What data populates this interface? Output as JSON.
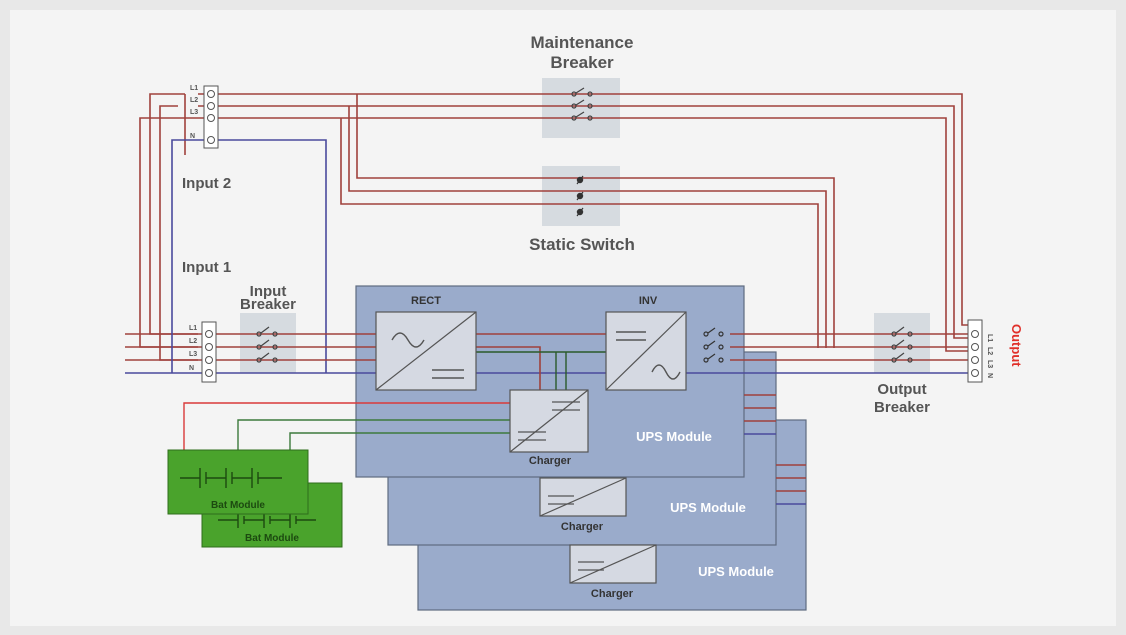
{
  "labels": {
    "maintenance_breaker_line1": "Maintenance",
    "maintenance_breaker_line2": "Breaker",
    "static_switch": "Static Switch",
    "input_2": "Input 2",
    "input_1": "Input 1",
    "input_breaker_line1": "Input",
    "input_breaker_line2": "Breaker",
    "output_breaker_line1": "Output",
    "output_breaker_line2": "Breaker",
    "output": "Output",
    "rect": "RECT",
    "inv": "INV",
    "charger": "Charger",
    "ups_module": "UPS Module",
    "bat_module": "Bat Module"
  },
  "terminals": {
    "input2": [
      "L1",
      "L2",
      "L3",
      "N"
    ],
    "input1": [
      "L1",
      "L2",
      "L3",
      "N"
    ],
    "output": [
      "L1",
      "L2",
      "L3",
      "N"
    ]
  },
  "colors": {
    "background": "#e8e8e8",
    "panel": "#f4f4f4",
    "phase_line": "#a0413c",
    "neutral_line": "#4a4a9c",
    "battery_positive": "#d93a3a",
    "battery_negative": "#3c7a3c",
    "ups_module_fill": "#9aabcb",
    "battery_fill": "#4aa32c",
    "breaker_box": "#d6dbe0",
    "output_label": "#e0302a"
  }
}
